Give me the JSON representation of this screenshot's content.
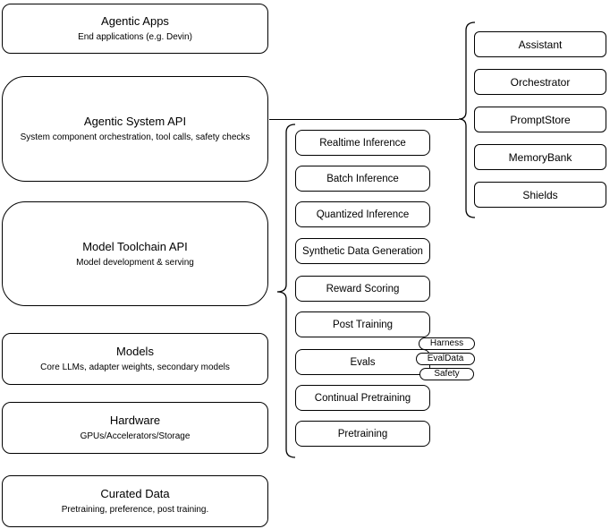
{
  "diagram": {
    "background": "#ffffff",
    "stroke_color": "#000000",
    "text_color": "#000000"
  },
  "left_column": {
    "items": [
      {
        "title": "Agentic Apps",
        "subtitle": "End applications (e.g. Devin)"
      },
      {
        "title": "Agentic System API",
        "subtitle": "System component orchestration, tool calls, safety checks"
      },
      {
        "title": "Model Toolchain API",
        "subtitle": "Model development & serving"
      },
      {
        "title": "Models",
        "subtitle": "Core LLMs, adapter weights, secondary models"
      },
      {
        "title": "Hardware",
        "subtitle": "GPUs/Accelerators/Storage"
      },
      {
        "title": "Curated Data",
        "subtitle": "Pretraining, preference, post training."
      }
    ]
  },
  "middle_column": {
    "items": [
      {
        "label": "Realtime Inference"
      },
      {
        "label": "Batch Inference"
      },
      {
        "label": "Quantized Inference"
      },
      {
        "label": "Synthetic Data Generation"
      },
      {
        "label": "Reward Scoring"
      },
      {
        "label": "Post Training"
      },
      {
        "label": "Evals"
      },
      {
        "label": "Continual Pretraining"
      },
      {
        "label": "Pretraining"
      }
    ],
    "eval_pills": [
      {
        "label": "Harness"
      },
      {
        "label": "EvalData"
      },
      {
        "label": "Safety"
      }
    ]
  },
  "right_column": {
    "items": [
      {
        "label": "Assistant"
      },
      {
        "label": "Orchestrator"
      },
      {
        "label": "PromptStore"
      },
      {
        "label": "MemoryBank"
      },
      {
        "label": "Shields"
      }
    ]
  }
}
